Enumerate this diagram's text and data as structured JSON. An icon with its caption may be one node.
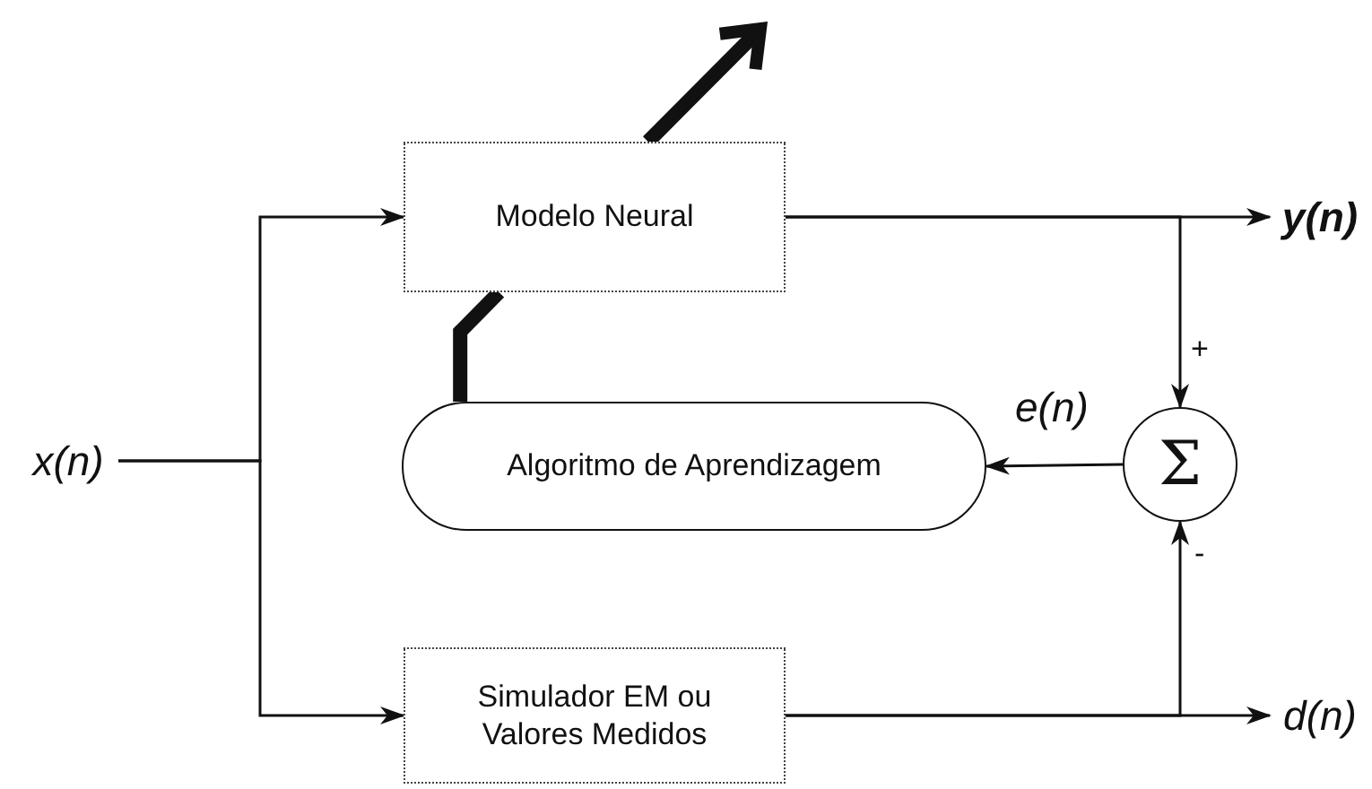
{
  "diagram": {
    "nodes": [
      {
        "text": [
          "x(n)"
        ]
      },
      {
        "text": [
          "Modelo Neural"
        ]
      },
      {
        "text": [
          "y(n)"
        ]
      },
      {
        "text": [
          "Algoritmo de Aprendizagem"
        ]
      },
      {
        "text": [
          "Σ"
        ]
      },
      {
        "text": [
          "Simulador EM ou Valores Medidos"
        ]
      },
      {
        "text": [
          "d(n)"
        ]
      }
    ],
    "edges": [
      {
        "from": 0,
        "to": 1,
        "arrow": "to"
      },
      {
        "from": 0,
        "to": 5,
        "arrow": "to"
      },
      {
        "from": 1,
        "to": 2,
        "arrow": "to"
      },
      {
        "from": 1,
        "to": 4,
        "arrow": "to",
        "label": "+"
      },
      {
        "from": 5,
        "to": 6,
        "arrow": "to"
      },
      {
        "from": 5,
        "to": 4,
        "arrow": "to",
        "label": "-"
      },
      {
        "from": 4,
        "to": 3,
        "arrow": "to",
        "label": "e(n)"
      },
      {
        "from": 3,
        "to": 1,
        "arrow": "none",
        "style": "thick"
      },
      {
        "from": 1,
        "to": null,
        "arrow": "to",
        "style": "thick"
      }
    ]
  }
}
